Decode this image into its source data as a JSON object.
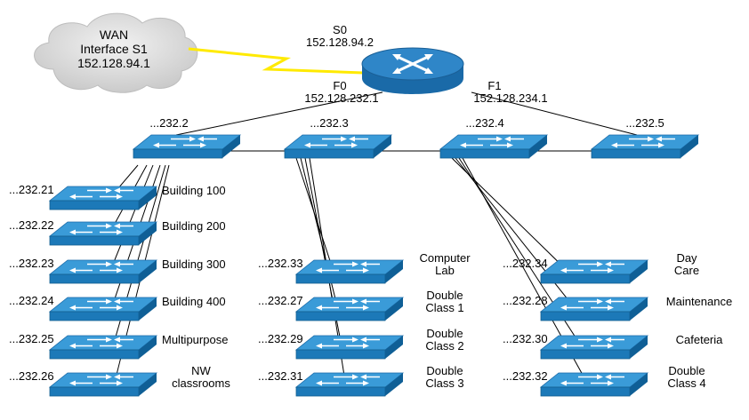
{
  "wan": {
    "line1": "WAN",
    "line2": "Interface S1",
    "line3": "152.128.94.1"
  },
  "router": {
    "s0_name": "S0",
    "s0_ip": "152.128.94.2",
    "f0_name": "F0",
    "f0_ip": "152.128.232.1",
    "f1_name": "F1",
    "f1_ip": "152.128.234.1"
  },
  "core_switches": [
    "...232.2",
    "...232.3",
    "...232.4",
    "...232.5"
  ],
  "columns": [
    {
      "switches": [
        {
          "ip": "...232.21",
          "name": [
            "Building 100"
          ]
        },
        {
          "ip": "...232.22",
          "name": [
            "Building 200"
          ]
        },
        {
          "ip": "...232.23",
          "name": [
            "Building 300"
          ]
        },
        {
          "ip": "...232.24",
          "name": [
            "Building 400"
          ]
        },
        {
          "ip": "...232.25",
          "name": [
            "Multipurpose"
          ]
        },
        {
          "ip": "...232.26",
          "name": [
            "NW",
            "classrooms"
          ]
        }
      ]
    },
    {
      "switches": [
        {
          "ip": "...232.33",
          "name": [
            "Computer",
            "Lab"
          ]
        },
        {
          "ip": "...232.27",
          "name": [
            "Double",
            "Class 1"
          ]
        },
        {
          "ip": "...232.29",
          "name": [
            "Double",
            "Class 2"
          ]
        },
        {
          "ip": "...232.31",
          "name": [
            "Double",
            "Class 3"
          ]
        }
      ]
    },
    {
      "switches": [
        {
          "ip": "...232.34",
          "name": [
            "Day",
            "Care"
          ]
        },
        {
          "ip": "...232.28",
          "name": [
            "Maintenance"
          ]
        },
        {
          "ip": "...232.30",
          "name": [
            "Cafeteria"
          ]
        },
        {
          "ip": "...232.32",
          "name": [
            "Double",
            "Class 4"
          ]
        }
      ]
    }
  ],
  "colors": {
    "switch_top": "#3a9bd8",
    "switch_front": "#1c79b8",
    "switch_side": "#0f5f96",
    "router_top": "#2f86c8",
    "router_body": "#1a6aa8",
    "serial_link": "#ffea00",
    "cloud": "#d9d9d9",
    "line": "#000000"
  }
}
